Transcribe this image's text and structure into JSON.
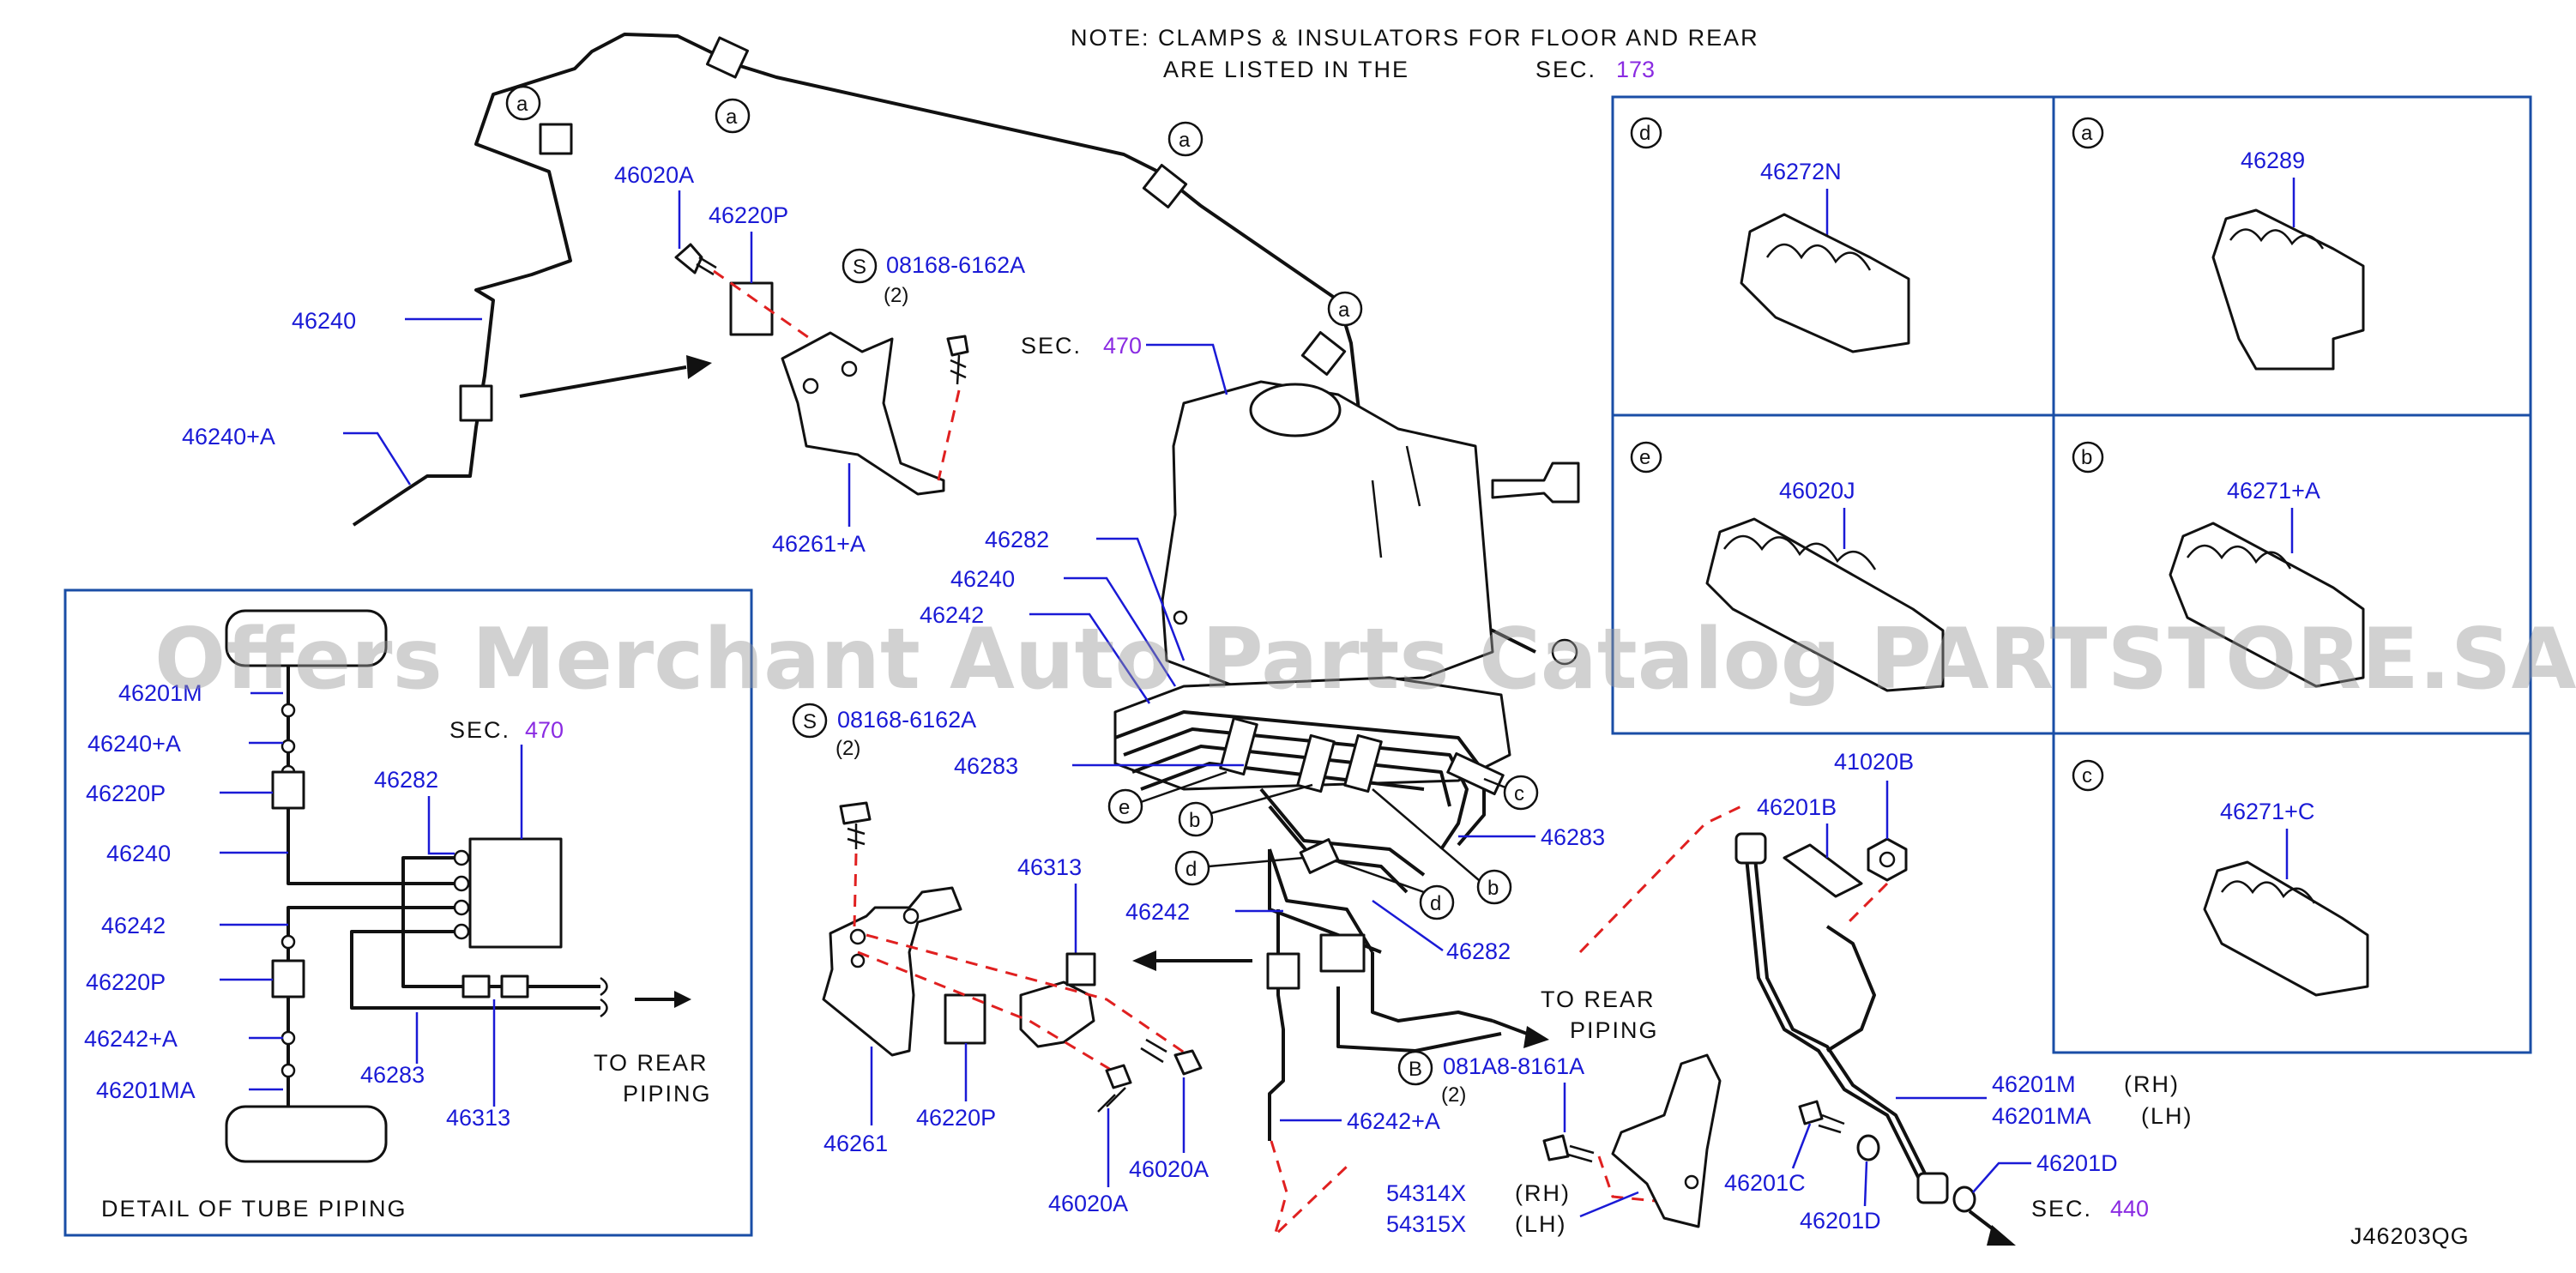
{
  "note": {
    "line1": "NOTE:  CLAMPS  &  INSULATORS  FOR  FLOOR  AND  REAR",
    "line2": "ARE  LISTED  IN  THE",
    "sec_label": "SEC.",
    "sec_num": "173"
  },
  "watermark": "Offers Merchant Auto Parts Catalog PARTSTORE.SA",
  "diagram_code": "J46203QG",
  "clamp_panels": [
    {
      "letter": "d",
      "part": "46272N"
    },
    {
      "letter": "a",
      "part": "46289"
    },
    {
      "letter": "e",
      "part": "46020J"
    },
    {
      "letter": "b",
      "part": "46271+A"
    },
    {
      "letter": "c",
      "part": "46271+C"
    }
  ],
  "detail": {
    "title": "DETAIL  OF  TUBE  PIPING",
    "sec_label": "SEC.",
    "sec_num": "470",
    "to_rear": "TO  REAR",
    "piping": "PIPING",
    "labels": [
      "46201M",
      "46240+A",
      "46220P",
      "46240",
      "46242",
      "46220P",
      "46242+A",
      "46201MA",
      "46282",
      "46283",
      "46313"
    ]
  },
  "main": {
    "sec_label": "SEC.",
    "sec470": "470",
    "sec440": "440",
    "to_rear": "TO  REAR",
    "piping": "PIPING",
    "bolt_s": "08168-6162A",
    "bolt_b": "081A8-8161A",
    "qty": "(2)",
    "rh": "(RH)",
    "lh": "(LH)",
    "parts": {
      "p46020A": "46020A",
      "p46220P": "46220P",
      "p46240": "46240",
      "p46240A": "46240+A",
      "p46261A": "46261+A",
      "p46282": "46282",
      "p46242": "46242",
      "p46283": "46283",
      "p46313": "46313",
      "p46261": "46261",
      "p46242A": "46242+A",
      "p46201B": "46201B",
      "p41020B": "41020B",
      "p46201M": "46201M",
      "p46201MA": "46201MA",
      "p46201C": "46201C",
      "p46201D": "46201D",
      "p54314X": "54314X",
      "p54315X": "54315X"
    },
    "letters": {
      "a": "a",
      "b": "b",
      "c": "c",
      "d": "d",
      "e": "e",
      "s": "S",
      "bb": "B"
    }
  }
}
